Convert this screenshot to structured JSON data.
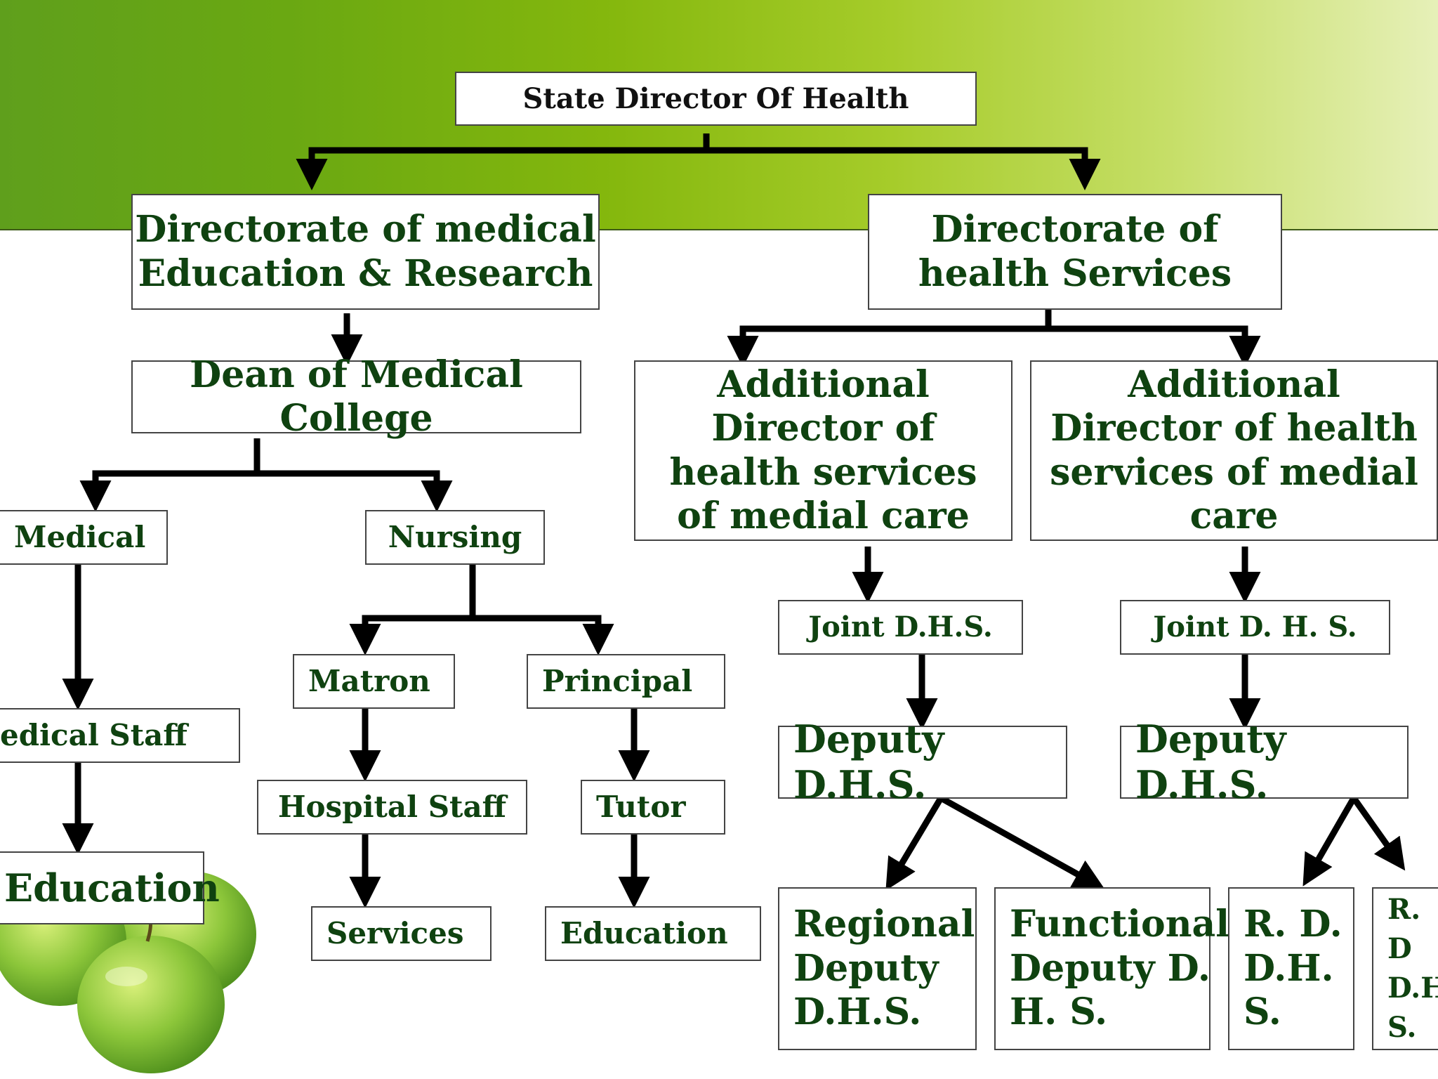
{
  "colors": {
    "banner_start": "#5f9f1c",
    "banner_end": "#e6f0b8",
    "box_text": "#0f4210",
    "box_border": "#444444",
    "connector": "#000000"
  },
  "background": {
    "decoration": "green-apples-icon"
  },
  "nodes": {
    "state_director": "State Director Of Health",
    "dmer": "Directorate of medical Education & Research",
    "dhs": "Directorate of health Services",
    "dean": "Dean of Medical College",
    "add_dir_1": "Additional Director of health services of medial care",
    "add_dir_2": "Additional Director of health services of medial care",
    "medical": "Medical",
    "nursing": "Nursing",
    "medical_staff": "edical Staff",
    "education_left": "Education",
    "matron": "Matron",
    "principal": "Principal",
    "hospital_staff": "Hospital Staff",
    "tutor": "Tutor",
    "services": "Services",
    "education_nursing": "Education",
    "joint_dhs_1": "Joint D.H.S.",
    "joint_dhs_2": "Joint D. H. S.",
    "deputy_dhs_1": "Deputy D.H.S.",
    "deputy_dhs_2": "Deputy D.H.S.",
    "regional_deputy": "Regional Deputy D.H.S.",
    "functional_deputy": "Functional Deputy D. H. S.",
    "rd_dhs": "R. D. D.H. S.",
    "rd_dhs_cut": "R. D D.H S."
  }
}
